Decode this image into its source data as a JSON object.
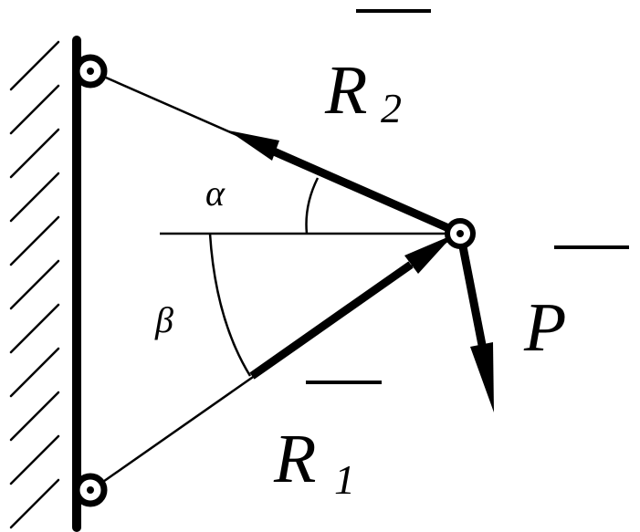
{
  "labels": {
    "r2_letter": "R",
    "r2_subscript": "2",
    "r1_letter": "R",
    "r1_subscript": "1",
    "p_letter": "P",
    "alpha": "α",
    "beta": "β"
  },
  "colors": {
    "ink": "#000000",
    "background": "#ffffff"
  }
}
